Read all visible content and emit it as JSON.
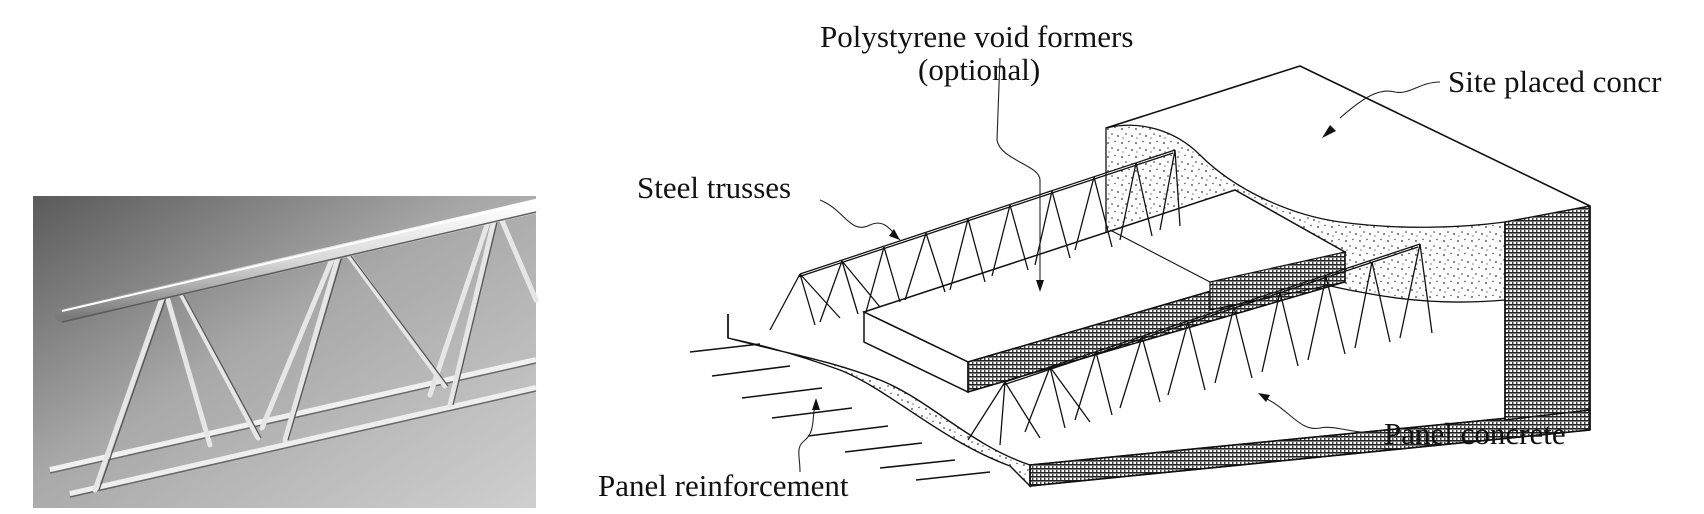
{
  "figure": {
    "photo": {
      "subject": "steel-lattice-truss-photo",
      "tone_colors": {
        "light": "#dcdcdc",
        "dark": "#3a3a3a",
        "rod": "#f2f2f2"
      }
    },
    "labels": {
      "void_formers_line1": "Polystyrene void formers",
      "void_formers_line2": "(optional)",
      "site_concrete": "Site placed concr",
      "steel_trusses": "Steel trusses",
      "panel_concrete": "Panel concrete",
      "panel_reinforcement": "Panel reinforcement"
    },
    "colors": {
      "ink": "#111111",
      "paper": "#ffffff",
      "photo_bg": "#8c8c8c"
    }
  }
}
